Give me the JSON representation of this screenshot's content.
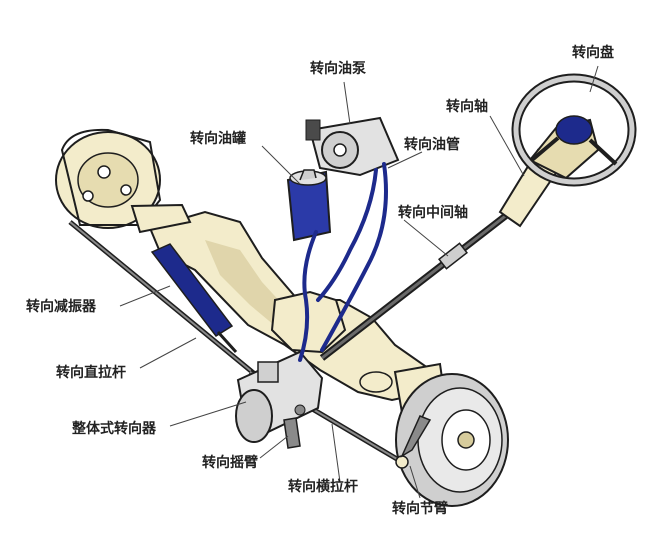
{
  "labels": {
    "steering_wheel": "转向盘",
    "power_steering_pump": "转向油泵",
    "steering_shaft": "转向轴",
    "steering_reservoir": "转向油罐",
    "steering_oil_pipe": "转向油管",
    "intermediate_shaft": "转向中间轴",
    "steering_damper": "转向减振器",
    "drag_link": "转向直拉杆",
    "integral_steering_gear": "整体式转向器",
    "pitman_arm": "转向摇臂",
    "tie_rod": "转向横拉杆",
    "knuckle_arm": "转向节臂"
  },
  "colors": {
    "body": "#f3eccb",
    "body_shade": "#d7cc9c",
    "outline": "#1e1e1e",
    "hydraulic": "#1d2a8c",
    "reservoir": "#2b3aa8",
    "metal": "#cfcfcf",
    "leader": "#444444"
  }
}
